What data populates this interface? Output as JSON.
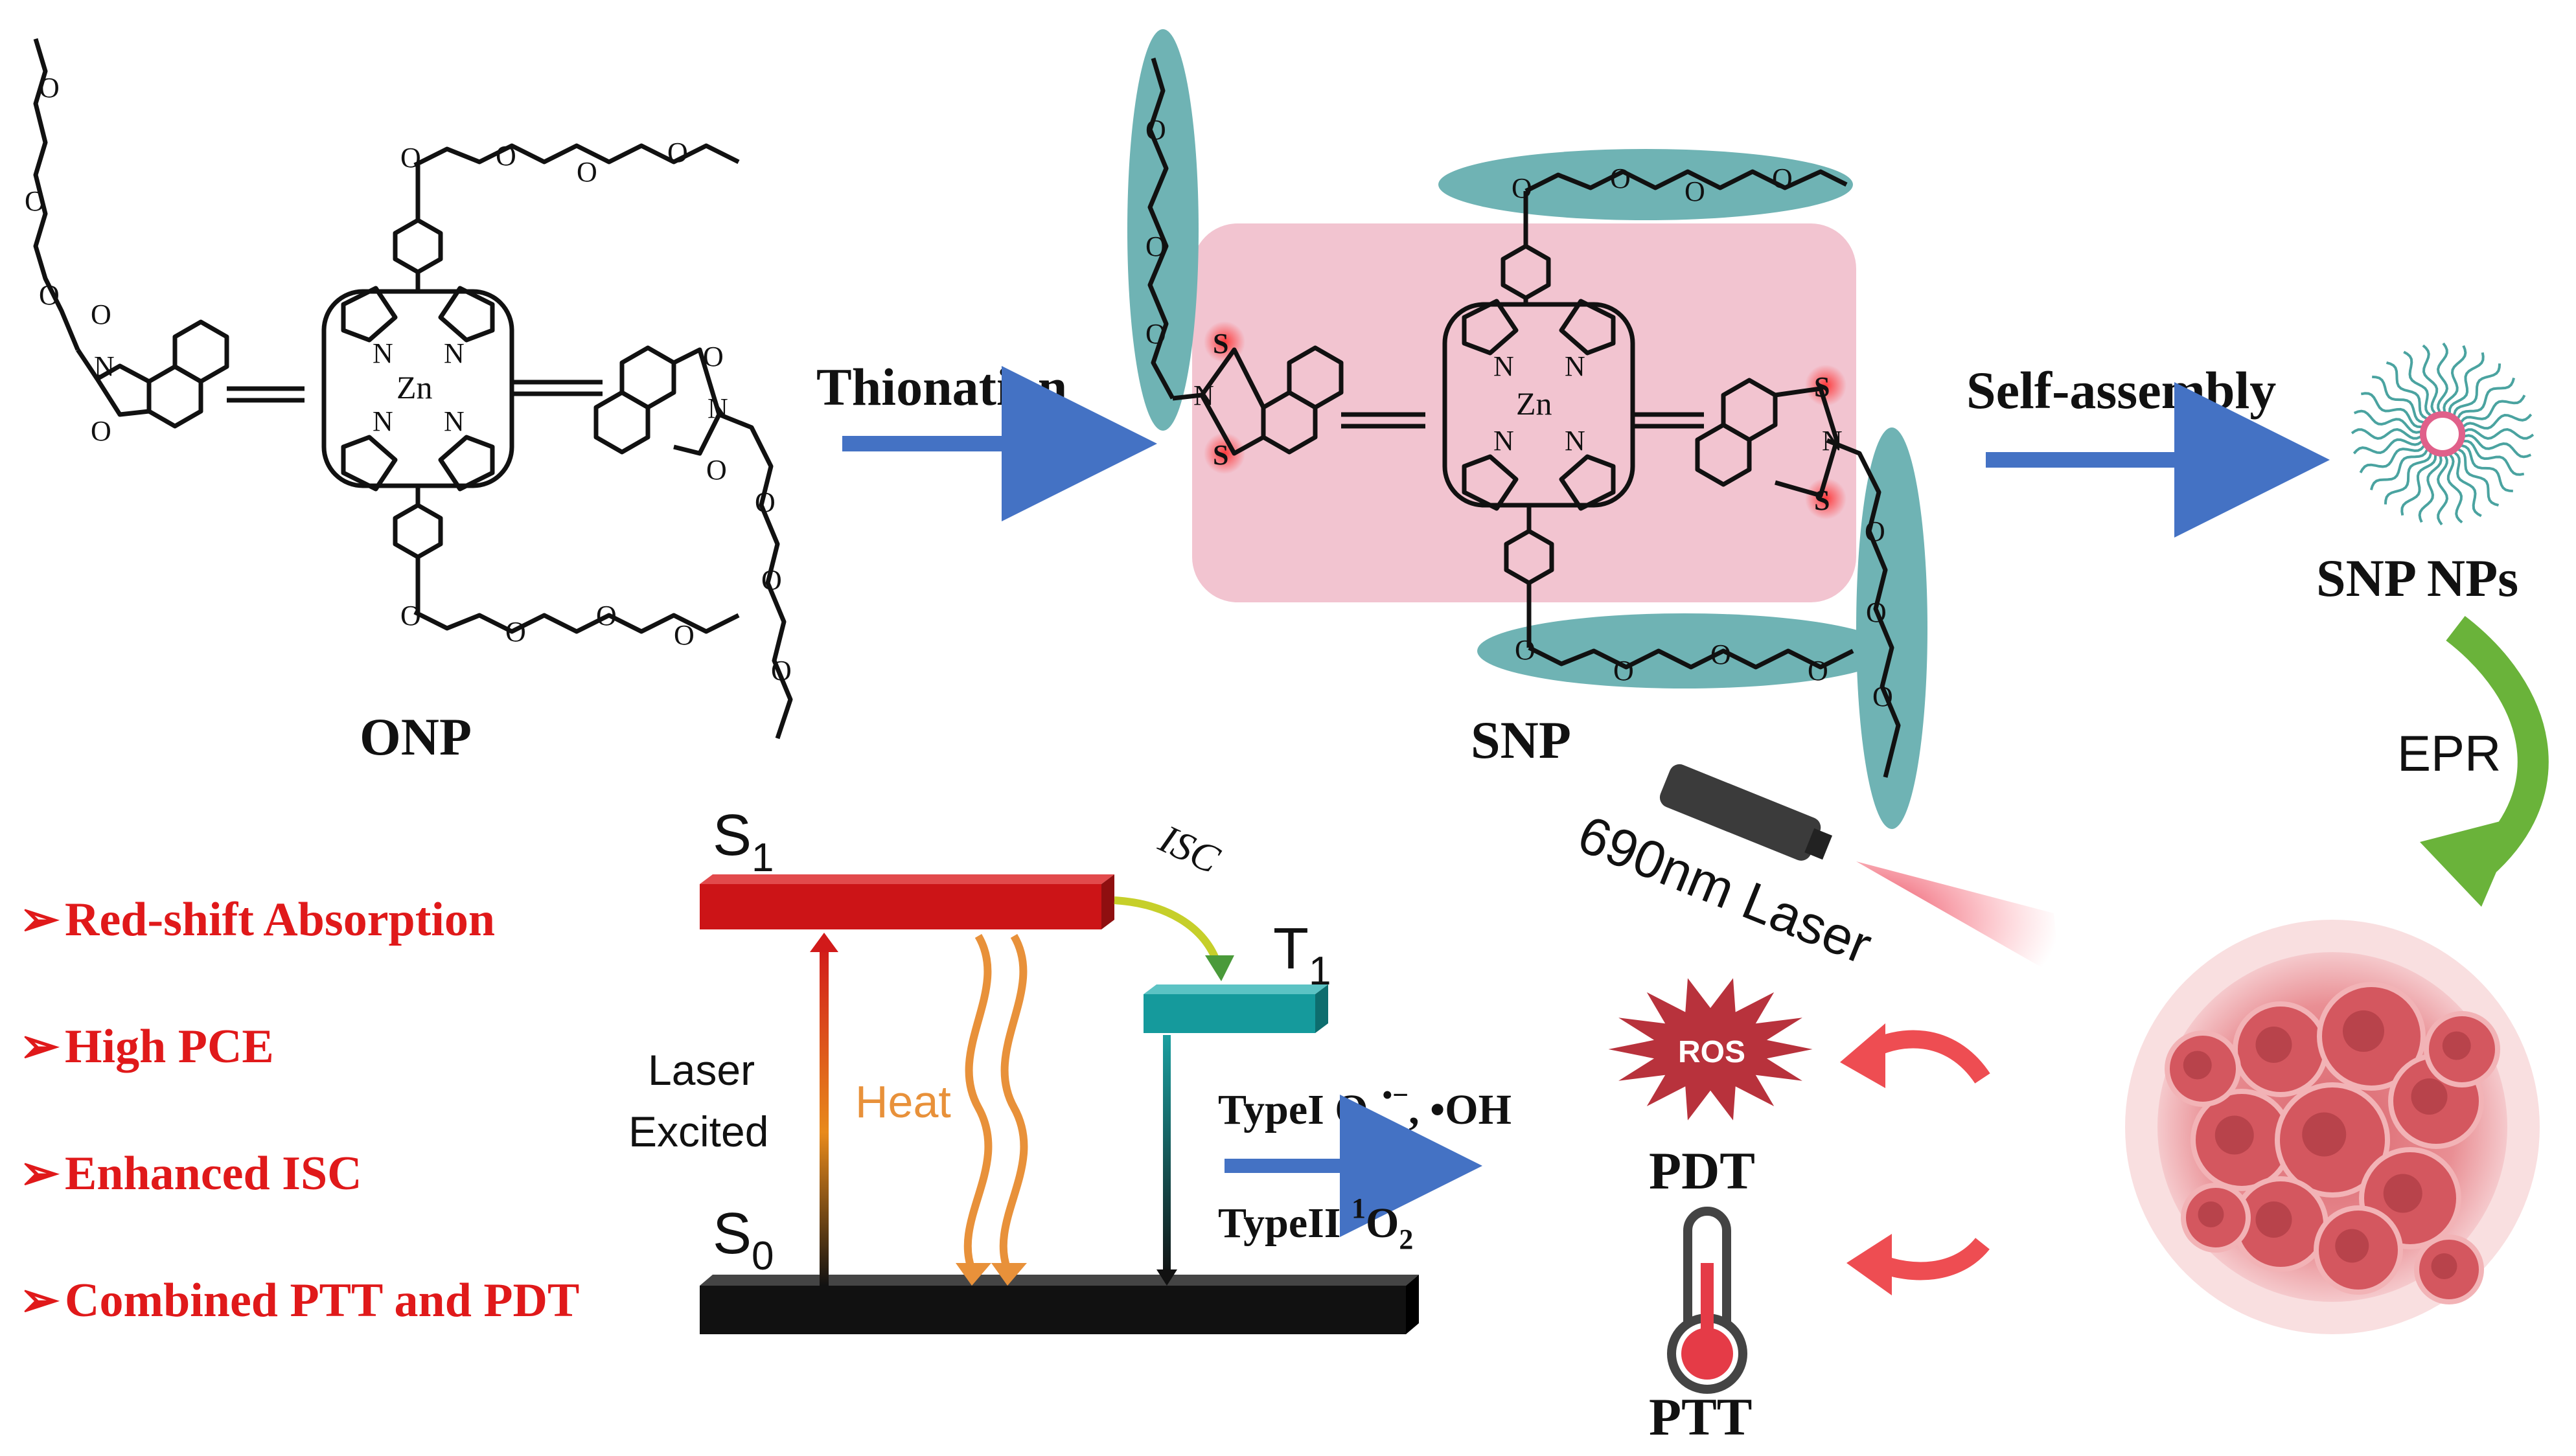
{
  "molecules": {
    "onp_label": "ONP",
    "snp_label": "SNP",
    "metal": "Zn",
    "nitrogen": "N",
    "oxygen": "O",
    "sulfur": "S"
  },
  "process": {
    "thionation": "Thionation",
    "self_assembly": "Self-assembly",
    "nanoparticles": "SNP NPs",
    "epr": "EPR",
    "laser": "690nm Laser"
  },
  "jablonski": {
    "s1": "S",
    "s1_sub": "1",
    "s0": "S",
    "s0_sub": "0",
    "t1": "T",
    "t1_sub": "1",
    "isc": "ISC",
    "laser_line1": "Laser",
    "laser_line2": "Excited",
    "heat": "Heat",
    "type1": "TypeI O",
    "type1_sub": "2",
    "type1_sup": "•−",
    "type1_tail": ", •OH",
    "type2": "TypeII ",
    "type2_sup": "1",
    "type2_o": "O",
    "type2_sub": "2"
  },
  "therapy": {
    "ros": "ROS",
    "pdt": "PDT",
    "ptt": "PTT"
  },
  "features": [
    "Red-shift Absorption",
    "High PCE",
    "Enhanced ISC",
    "Combined PTT and PDT"
  ],
  "colors": {
    "feature_red": "#e0191a",
    "arrow_blue": "#4472c4",
    "teal": "#6fb3b4",
    "pink_box": "#f2c4d0",
    "s1_red": "#cc1417",
    "t1_teal": "#159a9c",
    "heat_orange": "#e8913a",
    "epr_green": "#6ab33a",
    "ros_red": "#b8323c",
    "tumor_pink": "#e68a8f"
  }
}
